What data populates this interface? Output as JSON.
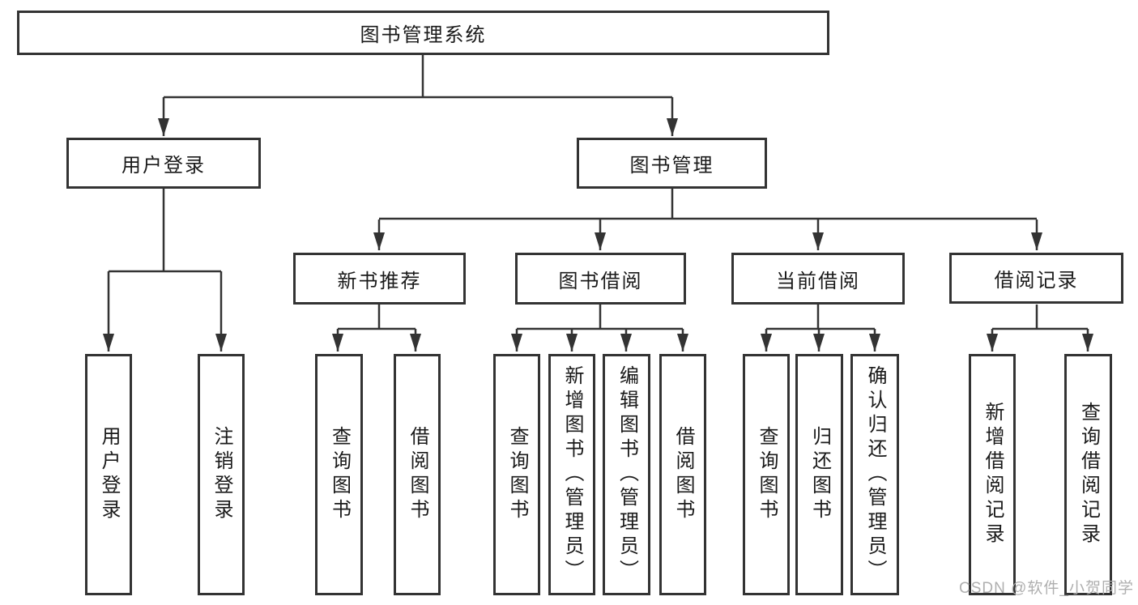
{
  "diagram_title": "图书管理系统",
  "watermark": "CSDN @软件_小贺同学",
  "colors": {
    "line": "#333333",
    "text": "#1a1a1a",
    "watermark": "#ababab",
    "background": "#ffffff"
  },
  "tree": {
    "root": {
      "label": "图书管理系统"
    },
    "branches": [
      {
        "label": "用户登录",
        "children": [
          {
            "label": "用户登录"
          },
          {
            "label": "注销登录"
          }
        ]
      },
      {
        "label": "图书管理",
        "groups": [
          {
            "label": "新书推荐",
            "children": [
              {
                "label": "查询图书"
              },
              {
                "label": "借阅图书"
              }
            ]
          },
          {
            "label": "图书借阅",
            "children": [
              {
                "label": "查询图书"
              },
              {
                "label": "新增图书（管理员）"
              },
              {
                "label": "编辑图书（管理员）"
              },
              {
                "label": "借阅图书"
              }
            ]
          },
          {
            "label": "当前借阅",
            "children": [
              {
                "label": "查询图书"
              },
              {
                "label": "归还图书"
              },
              {
                "label": "确认归还（管理员）"
              }
            ]
          },
          {
            "label": "借阅记录",
            "children": [
              {
                "label": "新增借阅记录"
              },
              {
                "label": "查询借阅记录"
              }
            ]
          }
        ]
      }
    ]
  }
}
